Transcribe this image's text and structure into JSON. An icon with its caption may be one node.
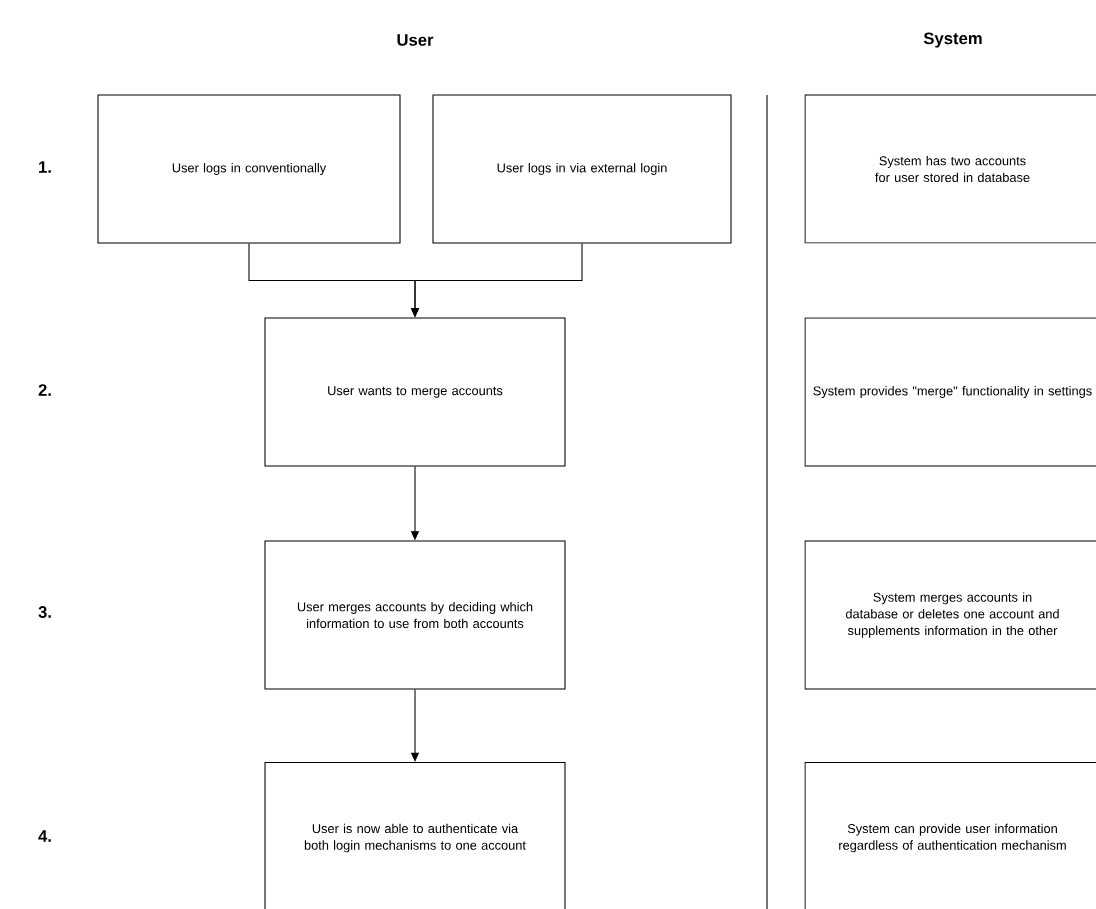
{
  "diagram": {
    "nodes": [
      {
        "text": [
          "User logs in conventionally"
        ]
      },
      {
        "text": [
          "User logs in via external login"
        ]
      },
      {
        "text": [
          "User wants to merge accounts"
        ]
      },
      {
        "text": [
          "User merges accounts by deciding which information to use from both accounts"
        ]
      },
      {
        "text": [
          "User is now able to authenticate via both login mechanisms to one account"
        ]
      },
      {
        "text": [
          "System has two accounts for user stored in database"
        ]
      },
      {
        "text": [
          "System provides \"merge\" functionality in settings"
        ]
      },
      {
        "text": [
          "System merges accounts in database or deletes one account and supplements information in the other"
        ]
      },
      {
        "text": [
          "System can provide user information regardless of authentication mechanism"
        ]
      }
    ],
    "edges": [
      {
        "from": 0,
        "to": 2,
        "arrow": "to"
      },
      {
        "from": 1,
        "to": 2,
        "arrow": "to"
      },
      {
        "from": 2,
        "to": 3,
        "arrow": "to"
      },
      {
        "from": 3,
        "to": 4,
        "arrow": "to"
      }
    ],
    "labels": [
      "User",
      "System",
      "1.",
      "2.",
      "3.",
      "4."
    ]
  }
}
